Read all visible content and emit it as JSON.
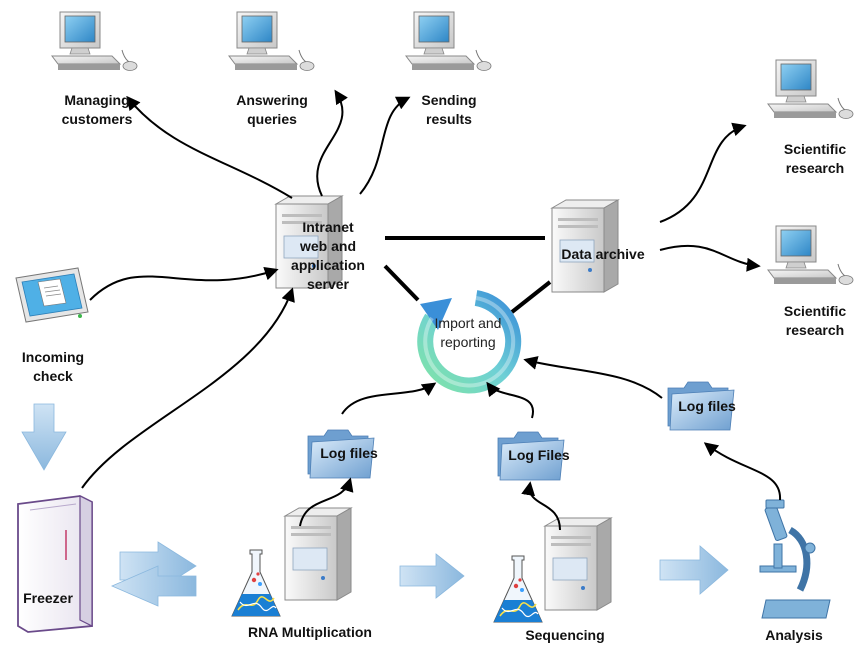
{
  "labels": {
    "managing_customers": [
      "Managing",
      "customers"
    ],
    "answering_queries": [
      "Answering",
      "queries"
    ],
    "sending_results": [
      "Sending",
      "results"
    ],
    "scientific_research_1": [
      "Scientific",
      "research"
    ],
    "scientific_research_2": [
      "Scientific",
      "research"
    ],
    "intranet_server": [
      "Intranet",
      "web and",
      "application",
      "server"
    ],
    "data_archive": "Data archive",
    "import_reporting": [
      "Import and",
      "reporting"
    ],
    "incoming_check": [
      "Incoming",
      "check"
    ],
    "freezer": "Freezer",
    "log_files_1": "Log files",
    "log_files_2": "Log Files",
    "log_files_3": "Log files",
    "rna_multiplication": "RNA Multiplication",
    "sequencing": "Sequencing",
    "analysis": "Analysis"
  },
  "colors": {
    "arrow": "#000000",
    "flow_arrow": "#a9cbe8",
    "screen": "#5aa6d6",
    "server_body": "#e4e4e4",
    "folder": "#8fb8e0",
    "freezer_outline": "#6a4a8a",
    "flask_liquid": "#1a7fd4",
    "cycle_green": "#5fd49a",
    "cycle_blue": "#3a8fd8"
  },
  "icons": [
    "computer-icon",
    "server-icon",
    "folder-icon",
    "freezer-icon",
    "flask-icon",
    "microscope-icon",
    "cycle-icon",
    "check-screen-icon"
  ]
}
